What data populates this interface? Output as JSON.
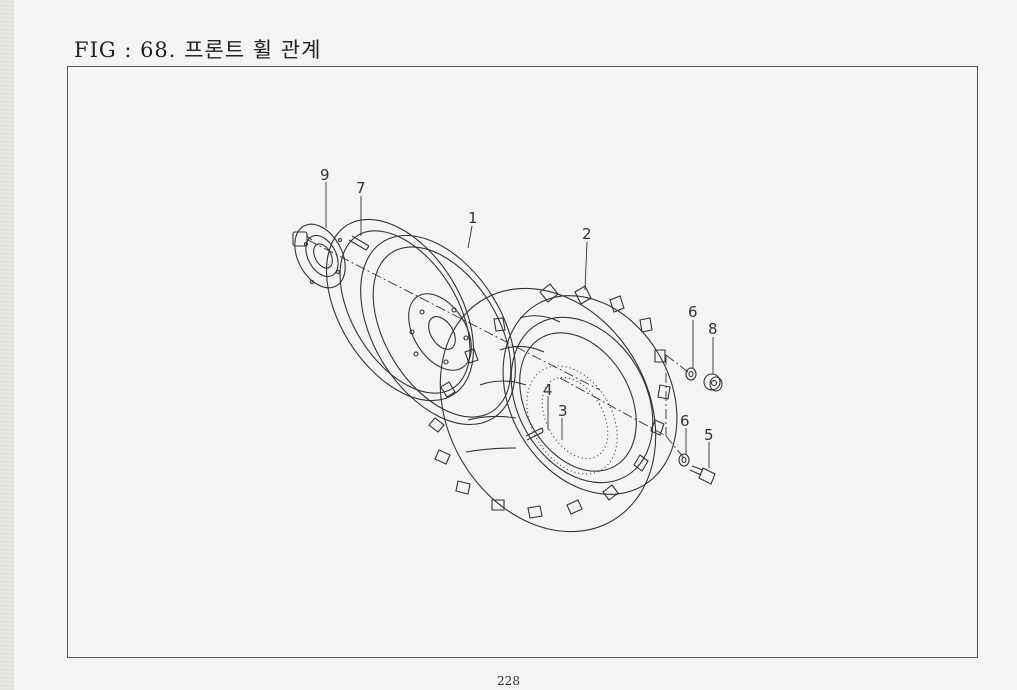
{
  "header": {
    "title": "FIG : 68. 프론트 휠 관계"
  },
  "callouts": {
    "c1": "1",
    "c2": "2",
    "c3": "3",
    "c4": "4",
    "c5": "5",
    "c6a": "6",
    "c6b": "6",
    "c7": "7",
    "c8": "8",
    "c9": "9"
  },
  "footer": {
    "page_number": "228"
  }
}
